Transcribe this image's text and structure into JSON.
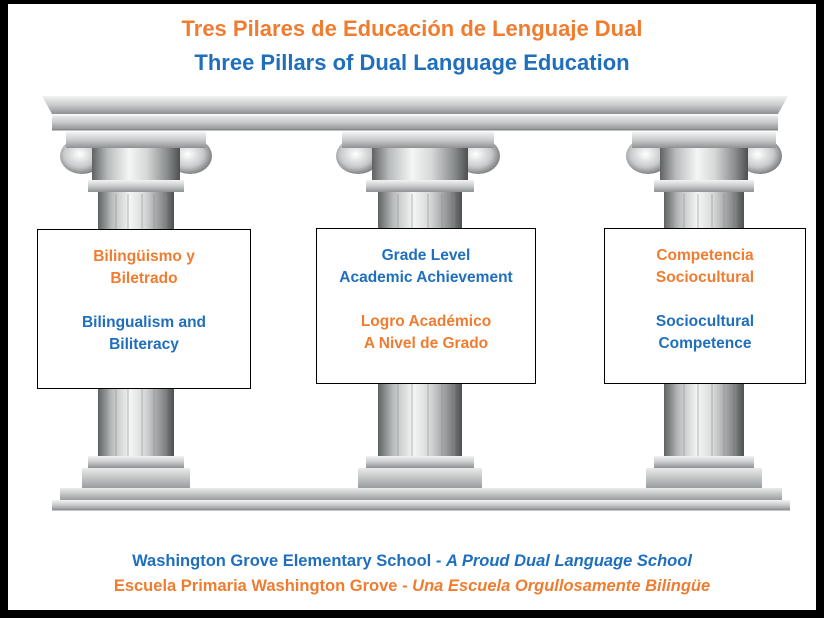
{
  "header": {
    "title_es": "Tres Pilares de Educación de Lenguaje Dual",
    "title_en": "Three Pillars of Dual Language Education"
  },
  "pillars": [
    {
      "label_es_1": "Bilingüismo y",
      "label_es_2": "Biletrado",
      "label_en_1": "Bilingualism and",
      "label_en_2": "Biliteracy"
    },
    {
      "label_en_1": "Grade Level",
      "label_en_2": "Academic Achievement",
      "label_es_1": "Logro Académico",
      "label_es_2": "A Nivel de Grado"
    },
    {
      "label_es_1": "Competencia",
      "label_es_2": "Sociocultural",
      "label_en_1": "Sociocultural",
      "label_en_2": "Competence"
    }
  ],
  "footer": {
    "school_en": "Washington Grove Elementary School",
    "separator": " - ",
    "motto_en": "A Proud Dual Language School",
    "school_es": "Escuela Primaria Washington Grove",
    "motto_es": "Una Escuela Orgullosamente Bilingüe"
  },
  "colors": {
    "orange": "#f07c30",
    "blue": "#1f6fbd",
    "border": "#000000"
  }
}
